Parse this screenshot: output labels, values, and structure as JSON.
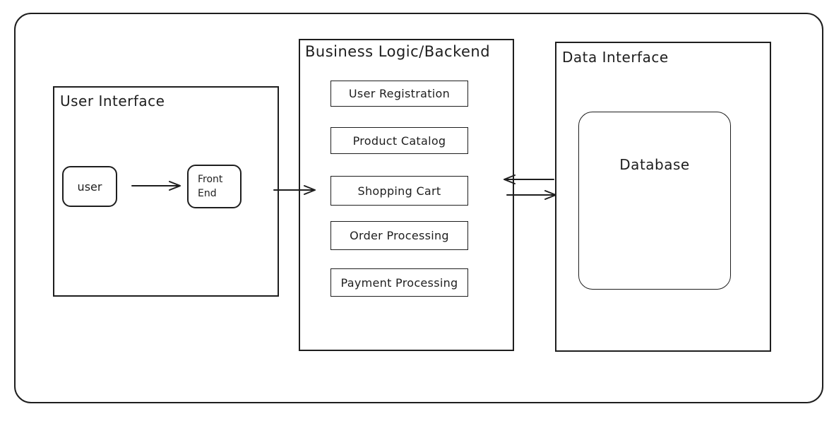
{
  "colors": {
    "stroke": "#1e1e1e",
    "background": "#ffffff"
  },
  "sections": {
    "user_interface": {
      "title": "User Interface",
      "nodes": {
        "user": "user",
        "front_end": "Front\nEnd"
      }
    },
    "business_logic": {
      "title": "Business Logic/Backend",
      "modules": [
        "User Registration",
        "Product Catalog",
        "Shopping Cart",
        "Order Processing",
        "Payment Processing"
      ]
    },
    "data_interface": {
      "title": "Data Interface",
      "nodes": {
        "database": "Database"
      }
    }
  },
  "connections": [
    {
      "from": "user",
      "to": "front-end",
      "type": "arrow-right"
    },
    {
      "from": "user-interface",
      "to": "business-logic",
      "type": "arrow-right"
    },
    {
      "from": "data-interface",
      "to": "business-logic",
      "type": "arrow-left"
    },
    {
      "from": "business-logic",
      "to": "data-interface",
      "type": "arrow-right"
    }
  ]
}
